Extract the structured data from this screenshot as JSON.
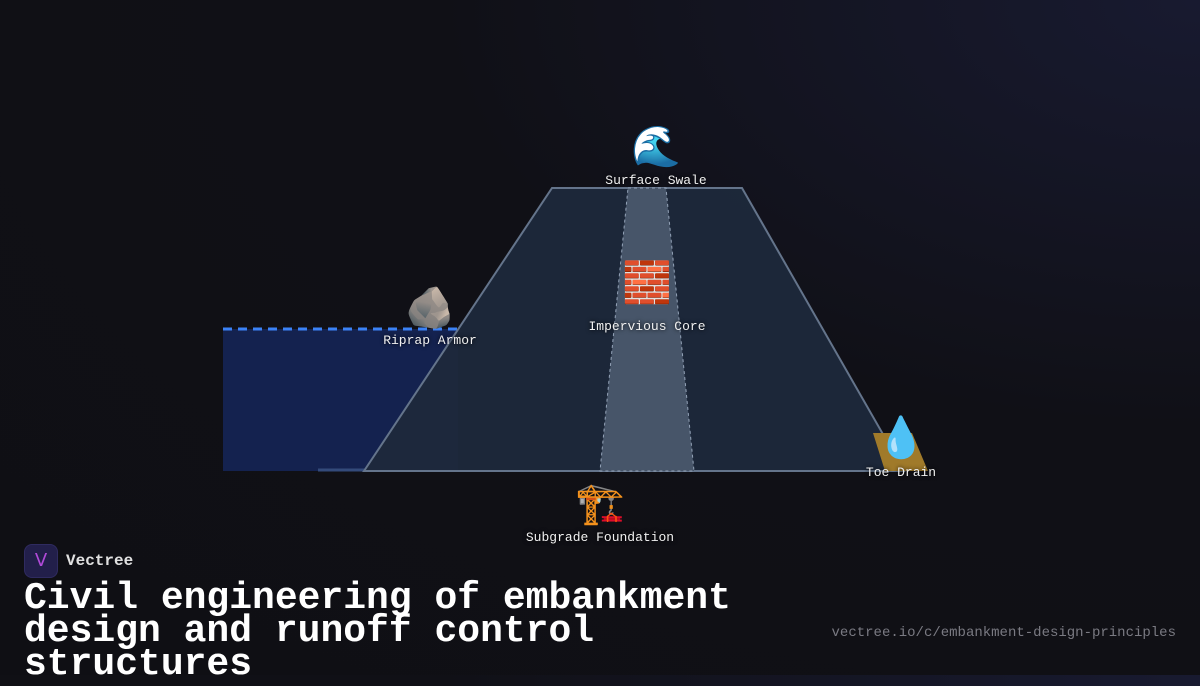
{
  "diagram": {
    "labels": {
      "surface_swale": "Surface Swale",
      "impervious_core": "Impervious Core",
      "riprap_armor": "Riprap Armor",
      "toe_drain": "Toe Drain",
      "subgrade_foundation": "Subgrade Foundation"
    },
    "icons": {
      "surface_swale": "🌊",
      "impervious_core": "🧱",
      "riprap_armor": "🪨",
      "toe_drain": "💧",
      "subgrade_foundation": "🏗️"
    },
    "colors": {
      "embankment": "#1e293b",
      "core": "#475569",
      "water": "#14224f",
      "waterline": "#3b82f6",
      "drain": "#a07a2a"
    }
  },
  "brand": {
    "name": "Vectree",
    "logo_glyph": "ᐯ"
  },
  "title": "Civil engineering of embankment design and runoff control structures",
  "url": "vectree.io/c/embankment-design-principles"
}
